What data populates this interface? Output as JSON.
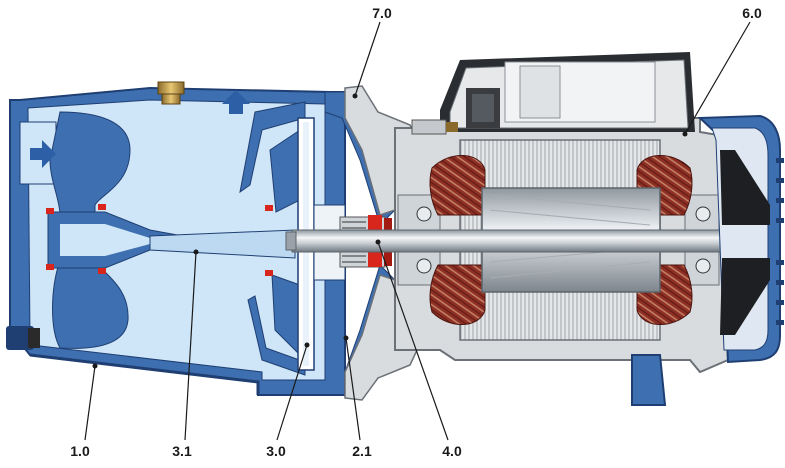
{
  "labels": {
    "casing": "1.0",
    "diffuser": "3.1",
    "impeller": "3.0",
    "pump_body": "2.1",
    "shaft": "4.0",
    "motor_housing": "6.0",
    "bracket": "7.0"
  },
  "colors": {
    "casing_blue": "#3e6fb0",
    "casing_dark": "#1f3f73",
    "water": "#cfe6f8",
    "motor_grey": "#d9dcdf",
    "stator_lines": "#9aa0a6",
    "winding_red": "#8e2f25",
    "seal_red": "#d9261c",
    "arrow_blue": "#2d5fa6"
  },
  "icons": [
    "flow-arrow-right-icon",
    "flow-arrow-up-icon",
    "brass-plug-icon"
  ]
}
